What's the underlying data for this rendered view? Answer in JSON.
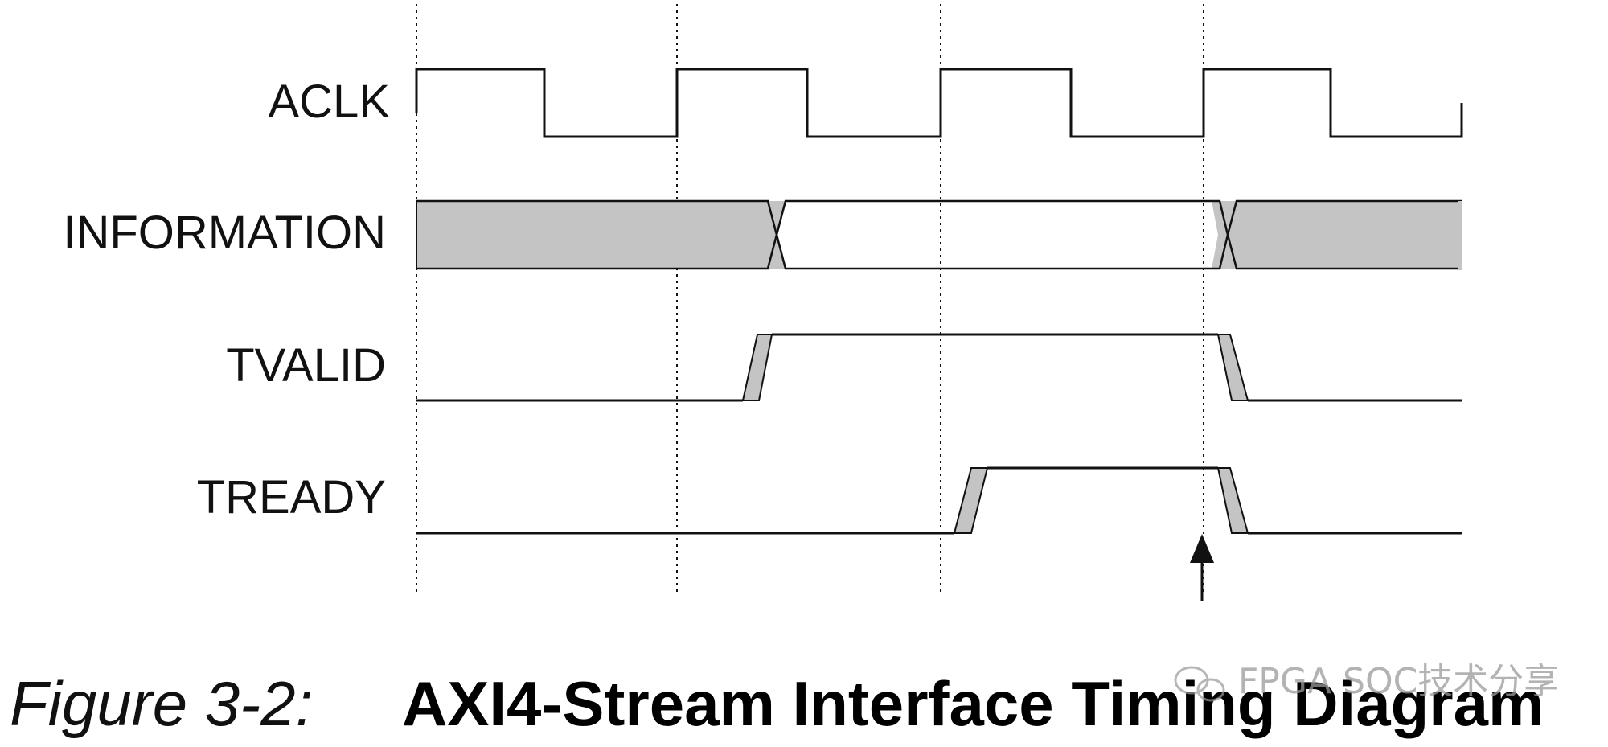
{
  "signals": [
    {
      "name": "ACLK"
    },
    {
      "name": "INFORMATION"
    },
    {
      "name": "TVALID"
    },
    {
      "name": "TREADY"
    }
  ],
  "caption": {
    "prefix": "Figure 3-2:",
    "title": "AXI4-Stream Interface Timing Diagram"
  },
  "watermark": "FPGA SOC技术分享",
  "colors": {
    "line": "#111111",
    "fill": "#c4c4c4",
    "background": "#ffffff",
    "watermark": "#9a9a9a"
  }
}
